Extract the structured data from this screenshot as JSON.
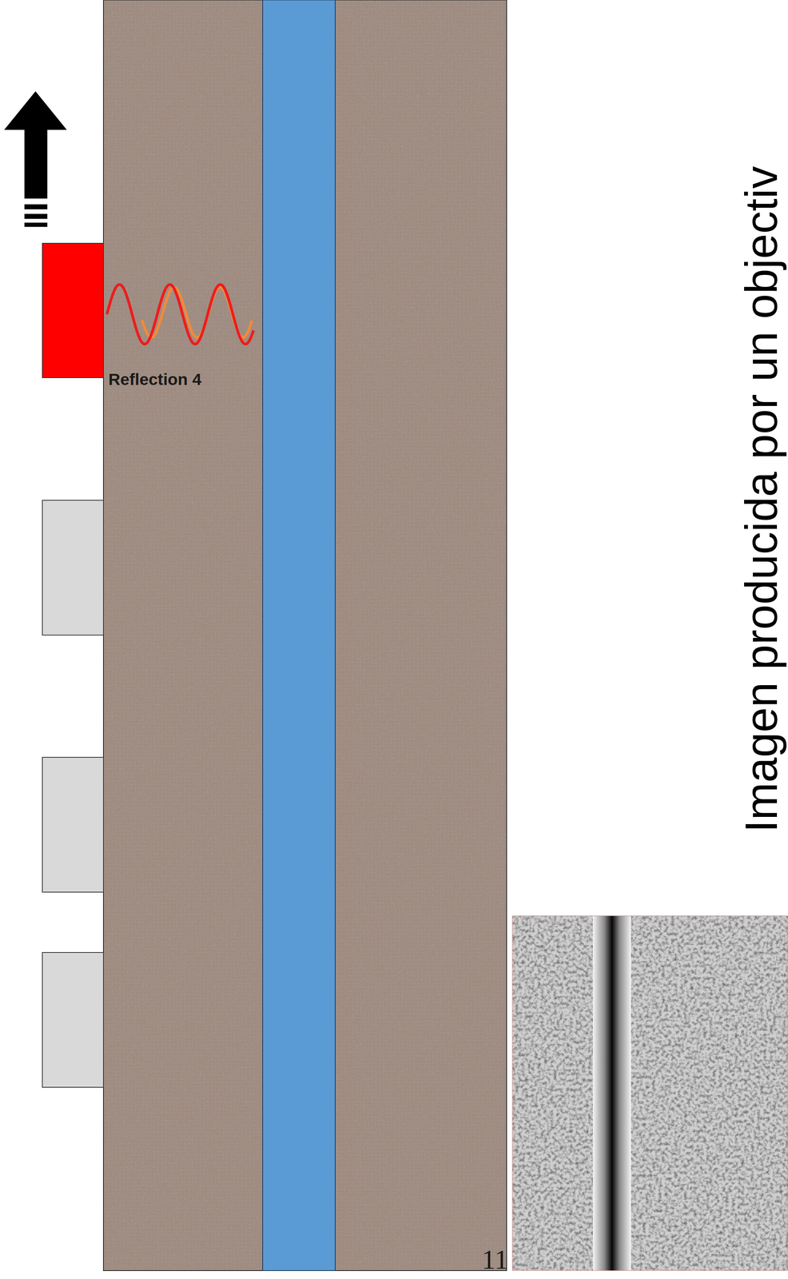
{
  "diagram": {
    "labels": [
      "Reflection 4",
      "Imagen producida por un objectiv",
      "11"
    ]
  }
}
